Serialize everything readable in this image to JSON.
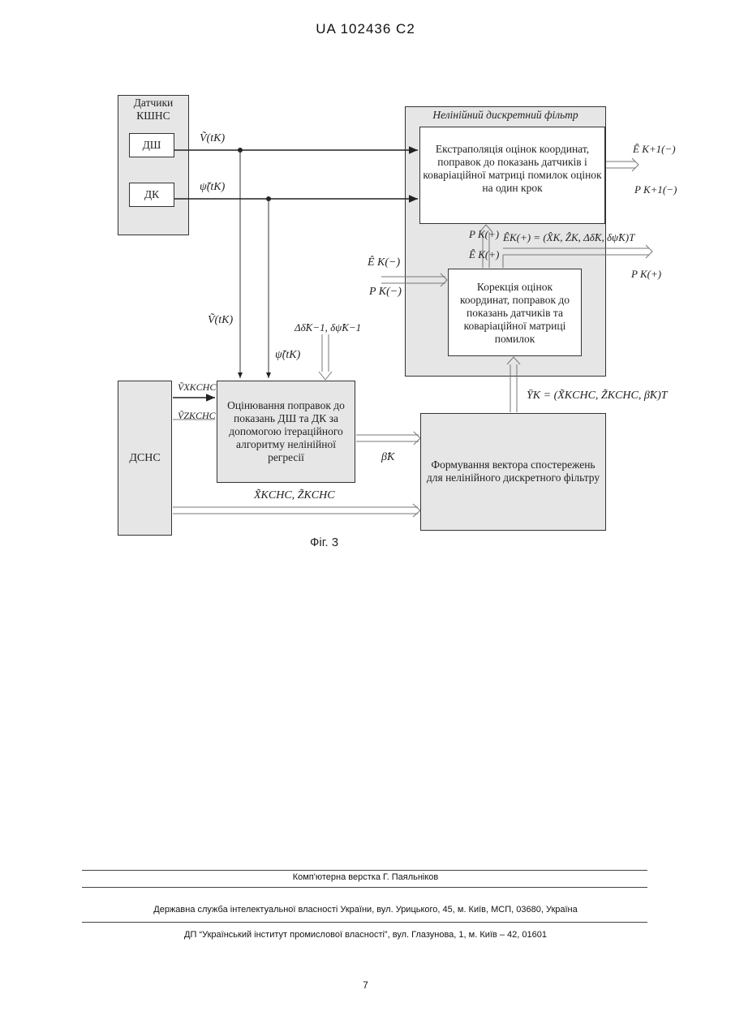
{
  "header": {
    "patent_id": "UA   102436   C2"
  },
  "diagram": {
    "sensors_title": "Датчики КШНС",
    "dsh": "ДШ",
    "dk": "ДК",
    "dsns": "ДСНС",
    "filter_title": "Нелінійний дискретний фільтр",
    "extrapolation": "Екстраполяція оцінок координат, поправок до показань датчиків і коваріаційної матриці помилок оцінок на один крок",
    "correction": "Корекція оцінок координат, поправок до показань датчиків та коваріаційної матриці помилок",
    "estimation": "Оцінювання поправок до показань ДШ та ДК за допомогою ітераційного алгоритму нелінійної регресії",
    "observation": "Формування вектора спостережень для нелінійного дискретного фільтру",
    "labels": {
      "v_tk": "Ṽ(tK)",
      "psi_tk": "ψ̃(tK)",
      "v_tk_2": "Ṽ(tK)",
      "psi_tk_2": "ψ̃(tK)",
      "delta": "Δδ̂K−1, δψ̂K−1",
      "vxk": "ṼXKСНС",
      "vzk": "ṼZKСНС",
      "beta": "β̂K",
      "xz": "X̃KСНС, Z̃KСНС",
      "yk": "ȲK = (X̃KСНС, Z̃KСНС, β̂K)T",
      "e_minus_in": "Ê K(−)",
      "p_minus_in": "P K(−)",
      "pk_plus": "P K(+)",
      "ek_plus_vec": "ÊK(+) = (X̂K, ẐK, Δδ̂K, δψ̂K)T",
      "ek_plus": "Ê K(+)",
      "e_out": "Ê K+1(−)",
      "p_out": "P K+1(−)",
      "pk_plus_out": "P K(+)"
    }
  },
  "caption": "Фіг. 3",
  "footer": {
    "line1": "Комп'ютерна верстка Г. Паяльніков",
    "line2": "Державна служба інтелектуальної власності України, вул. Урицького, 45, м. Київ, МСП, 03680, Україна",
    "line3": "ДП “Український інститут промислової власності”, вул. Глазунова, 1, м. Київ – 42, 01601"
  },
  "page_number": "7"
}
